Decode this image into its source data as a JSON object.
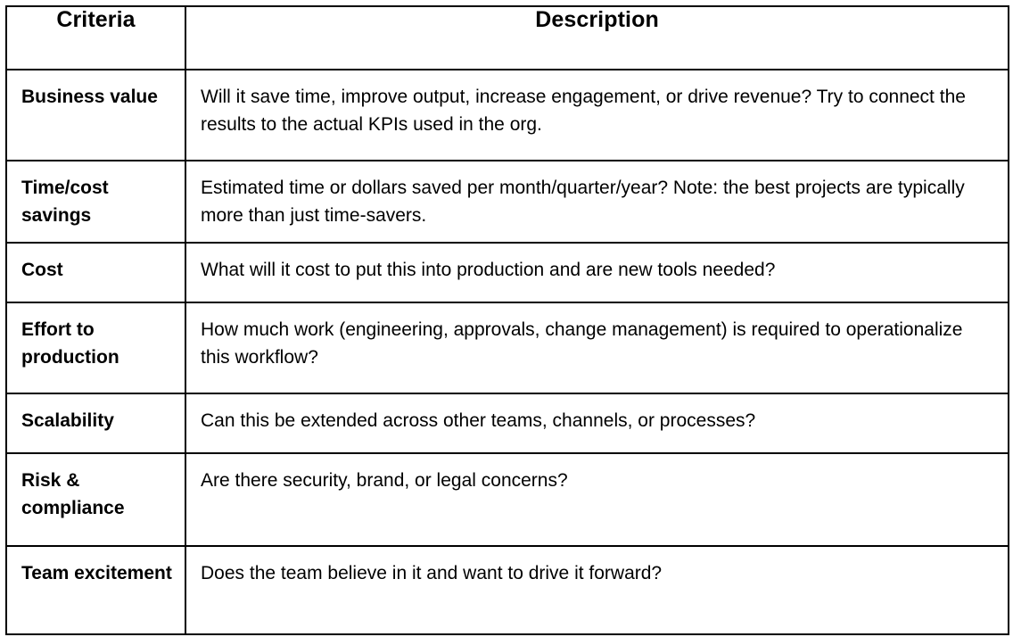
{
  "table": {
    "headers": {
      "criteria": "Criteria",
      "description": "Description"
    },
    "rows": [
      {
        "criteria": "Business value",
        "description": "Will it save time, improve output, increase engagement, or drive revenue? Try to connect the results to the actual KPIs used in the org.",
        "row_class": "row-h100"
      },
      {
        "criteria": "Time/cost savings",
        "description": "Estimated time or dollars saved per month/quarter/year? Note: the best projects are typically more than just time-savers.",
        "row_class": "row-h68"
      },
      {
        "criteria": "Cost",
        "description": "What will it cost to put this into production and are new tools needed?",
        "row_class": "row-h65"
      },
      {
        "criteria": "Effort to production",
        "description": "How much work (engineering, approvals, change management) is required to operationalize this workflow?",
        "row_class": "row-h100b"
      },
      {
        "criteria": "Scalability",
        "description": "Can this be extended across other teams, channels, or processes?",
        "row_class": "row-h65"
      },
      {
        "criteria": "Risk & compliance",
        "description": "Are there security, brand, or legal concerns?",
        "row_class": "row-h102"
      },
      {
        "criteria": "Team excitement",
        "description": "Does the team believe in it and want to drive it forward?",
        "row_class": "row-h97"
      }
    ]
  },
  "colors": {
    "border": "#000000",
    "text": "#000000",
    "background": "#ffffff"
  }
}
